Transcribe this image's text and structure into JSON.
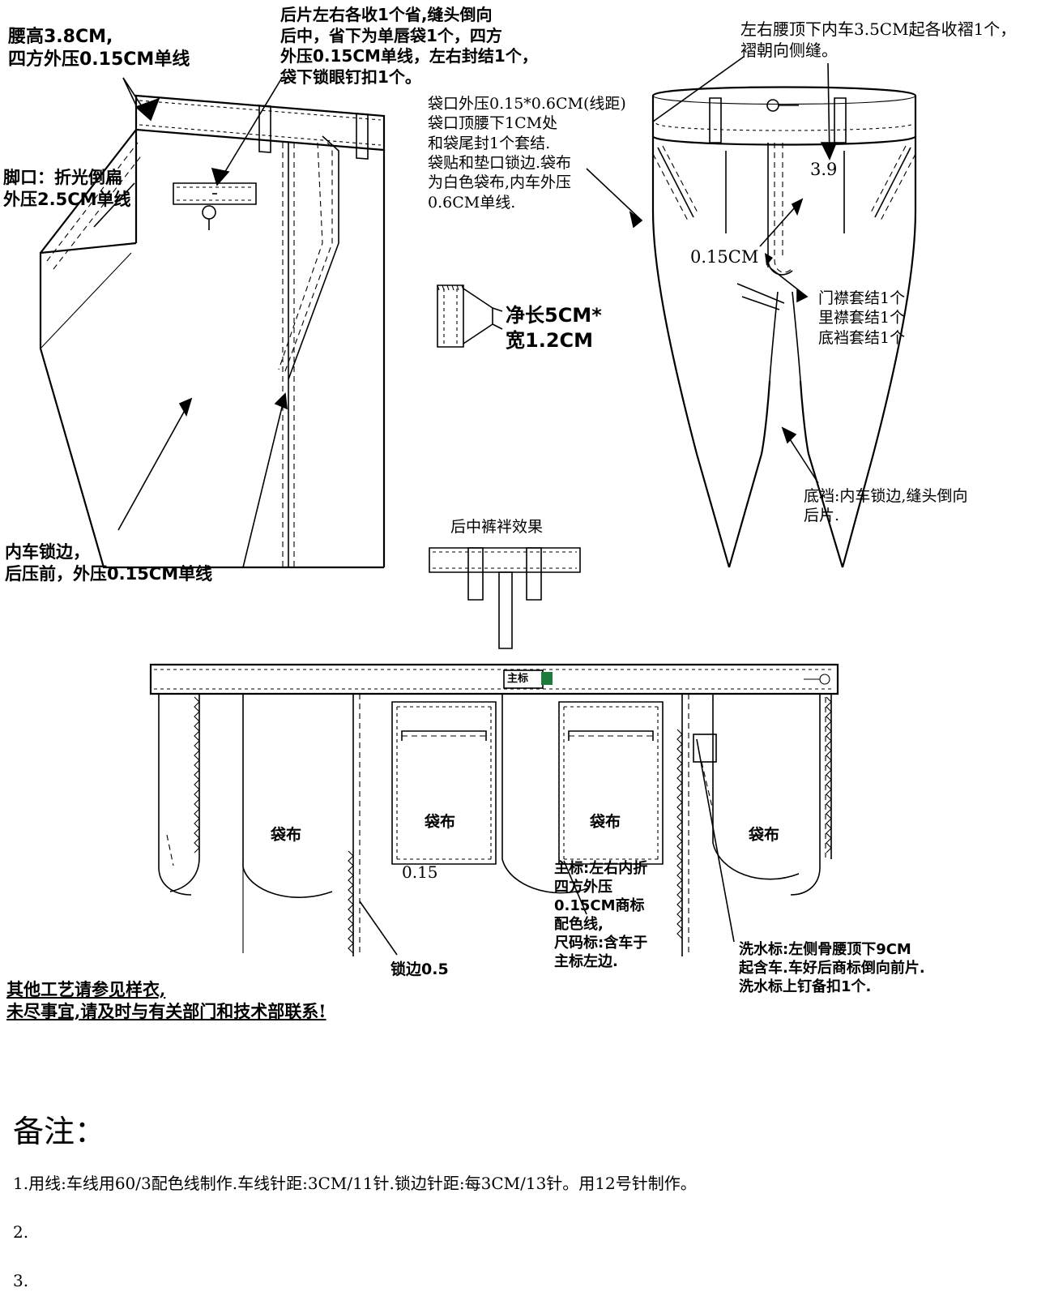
{
  "document": {
    "type": "garment-technical-spec",
    "title_region": "trouser construction sheet"
  },
  "annotations": {
    "waist_height": "腰高3.8CM,\n四方外压0.15CM单线",
    "back_panel": "后片左右各收1个省,缝头倒向\n后中，省下为单唇袋1个，四方\n外压0.15CM单线，左右封结1个，\n袋下锁眼钉扣1个。",
    "waist_pleat": "左右腰顶下内车3.5CM起各收褶1个，\n褶朝向侧缝。",
    "pocket_spec": "袋口外压0.15*0.6CM(线距)\n袋口顶腰下1CM处\n和袋尾封1个套结.\n袋贴和垫口锁边.袋布\n为白色袋布,内车外压\n0.6CM单线.",
    "hem_spec": "脚口：折光倒扁\n外压2.5CM单线",
    "inner_overlock": "内车锁边，\n后压前，外压0.15CM单线",
    "loop_size": "净长5CM*\n宽1.2CM",
    "bartack_list": "门襟套结1个\n里襟套结1个\n底裆套结1个",
    "crotch_spec": "底裆:内车锁边,缝头倒向\n后片.",
    "dim_3_9": "3.9",
    "dim_0_15cm": "0.15CM",
    "belt_loop_caption": "后中裤袢效果",
    "pocket_bag_label": "袋布",
    "dim_0_15": "0.15",
    "overlock_0_5": "锁边0.5",
    "main_label_tag": "主标",
    "main_label_spec": "主标:左右内折\n四方外压\n0.15CM商标\n配色线,\n尺码标:含车于\n主标左边.",
    "wash_label_spec": "洗水标:左侧骨腰顶下9CM\n起含车.车好后商标倒向前片.\n洗水标上钉备扣1个.",
    "footer_warning": "其他工艺请参见样衣,\n未尽事宜,请及时与有关部门和技术部联系!"
  },
  "remarks": {
    "heading": "备注：",
    "items": [
      "1.用线:车线用60/3配色线制作.车线针距:3CM/11针.锁边针距:每3CM/13针。用12号针制作。",
      "2.",
      "3."
    ]
  },
  "colors": {
    "ink": "#000000",
    "paper": "#ffffff",
    "label_accent": "#1f7a3d"
  }
}
